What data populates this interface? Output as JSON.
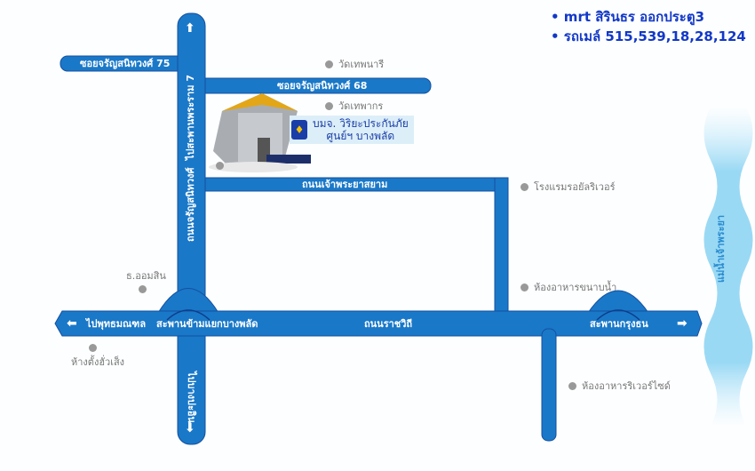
{
  "info": {
    "mrt": "• mrt สิรินธร ออกประตู3",
    "bus": "• รถเมล์ 515,539,18,28,124"
  },
  "company": {
    "line1": "บมจ. วิริยะประกันภัย",
    "line2": "ศูนย์ฯ บางพลัด"
  },
  "roads": {
    "soi75": "ซอยจรัญสนิทวงศ์ 75",
    "soi68": "ซอยจรัญสนิทวงศ์ 68",
    "to_rama7": "ไปสะพานพระราม 7",
    "charan": "ถนนจรัญสนิทวงศ์",
    "chaophraya_sayan": "ถนนเจ้าพระยาสยาม",
    "to_phutthamonthon": "ไปพุทธมณฑล",
    "bangphlat_bridge": "สะพานข้ามแยกบางพลัด",
    "ratchawithi": "ถนนราชวิถี",
    "krungthon_bridge": "สะพานกรุงธน",
    "to_bangpa_in": "ไปบางปะอิน",
    "river": "แม่น้ำเจ้าพระยา"
  },
  "pois": {
    "wat_thepnari": "วัดเทพนารี",
    "wat_thepakorn": "วัดเทพากร",
    "royal_river": "โรงแรมรอยัลริเวอร์",
    "aomsin": "ธ.ออมสิน",
    "khanap_nam": "ห้องอาหารขนาบน้ำ",
    "tang_hua_seng": "ห้างตั้งฮั่วเส็ง",
    "riverside": "ห้องอาหารริเวอร์ไซด์"
  },
  "colors": {
    "road": "#1a78c8",
    "road_edge": "#1450a0",
    "info": "#1238c8",
    "river": "#8fd4f2"
  }
}
